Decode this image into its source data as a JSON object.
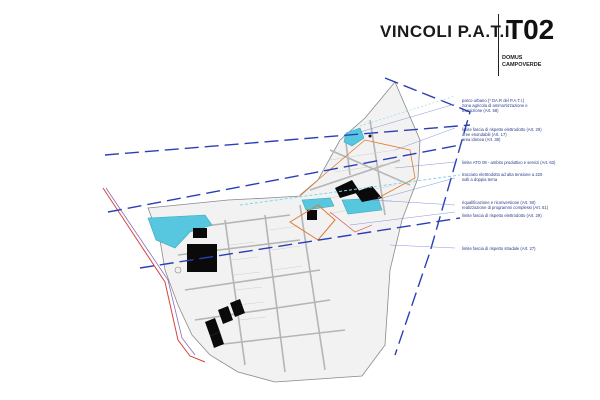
{
  "header": {
    "title": "VINCOLI P.A.T.I",
    "code": "T02",
    "subtitle": "DOMUS\nCAMPOVERDE"
  },
  "legend": [
    {
      "id": "parco",
      "text": "parco urbano (* DA.R del P.A.T.I.)\nzona agricola di ammortizzazione e\ntransizione (Art. 58)"
    },
    {
      "id": "fascia-elettro-1",
      "text": "limite fascia di rispetto elettrodotto (Art. 29)\naree esondabili (Art. 17)\narea idonea (Art. 38)"
    },
    {
      "id": "ato",
      "text": "limite ATO 08 - ambito produttivo e servizi (Art. 63)"
    },
    {
      "id": "tracciato",
      "text": "tracciato elettrodotto ad alta tensione a 220\nsulli a doppia terna"
    },
    {
      "id": "riqualificazione",
      "text": "riqualificazione e riconversione (Art. 50)\nrealizzazione di programmi complessi (Art. 51)"
    },
    {
      "id": "fascia-elettro-2",
      "text": "limite fascia di rispetto elettrodotto (Art. 29)"
    },
    {
      "id": "fascia-stradale",
      "text": "limite fascia di rispetto stradale (Art. 27)"
    }
  ],
  "colors": {
    "blue_dash": "#2b3fb5",
    "cyan": "#7fd7e6",
    "orange": "#e07a2e",
    "red": "#d6453d",
    "purple": "#8c6bb5",
    "water": "#57c7e0",
    "building": "#0a0a0a"
  }
}
